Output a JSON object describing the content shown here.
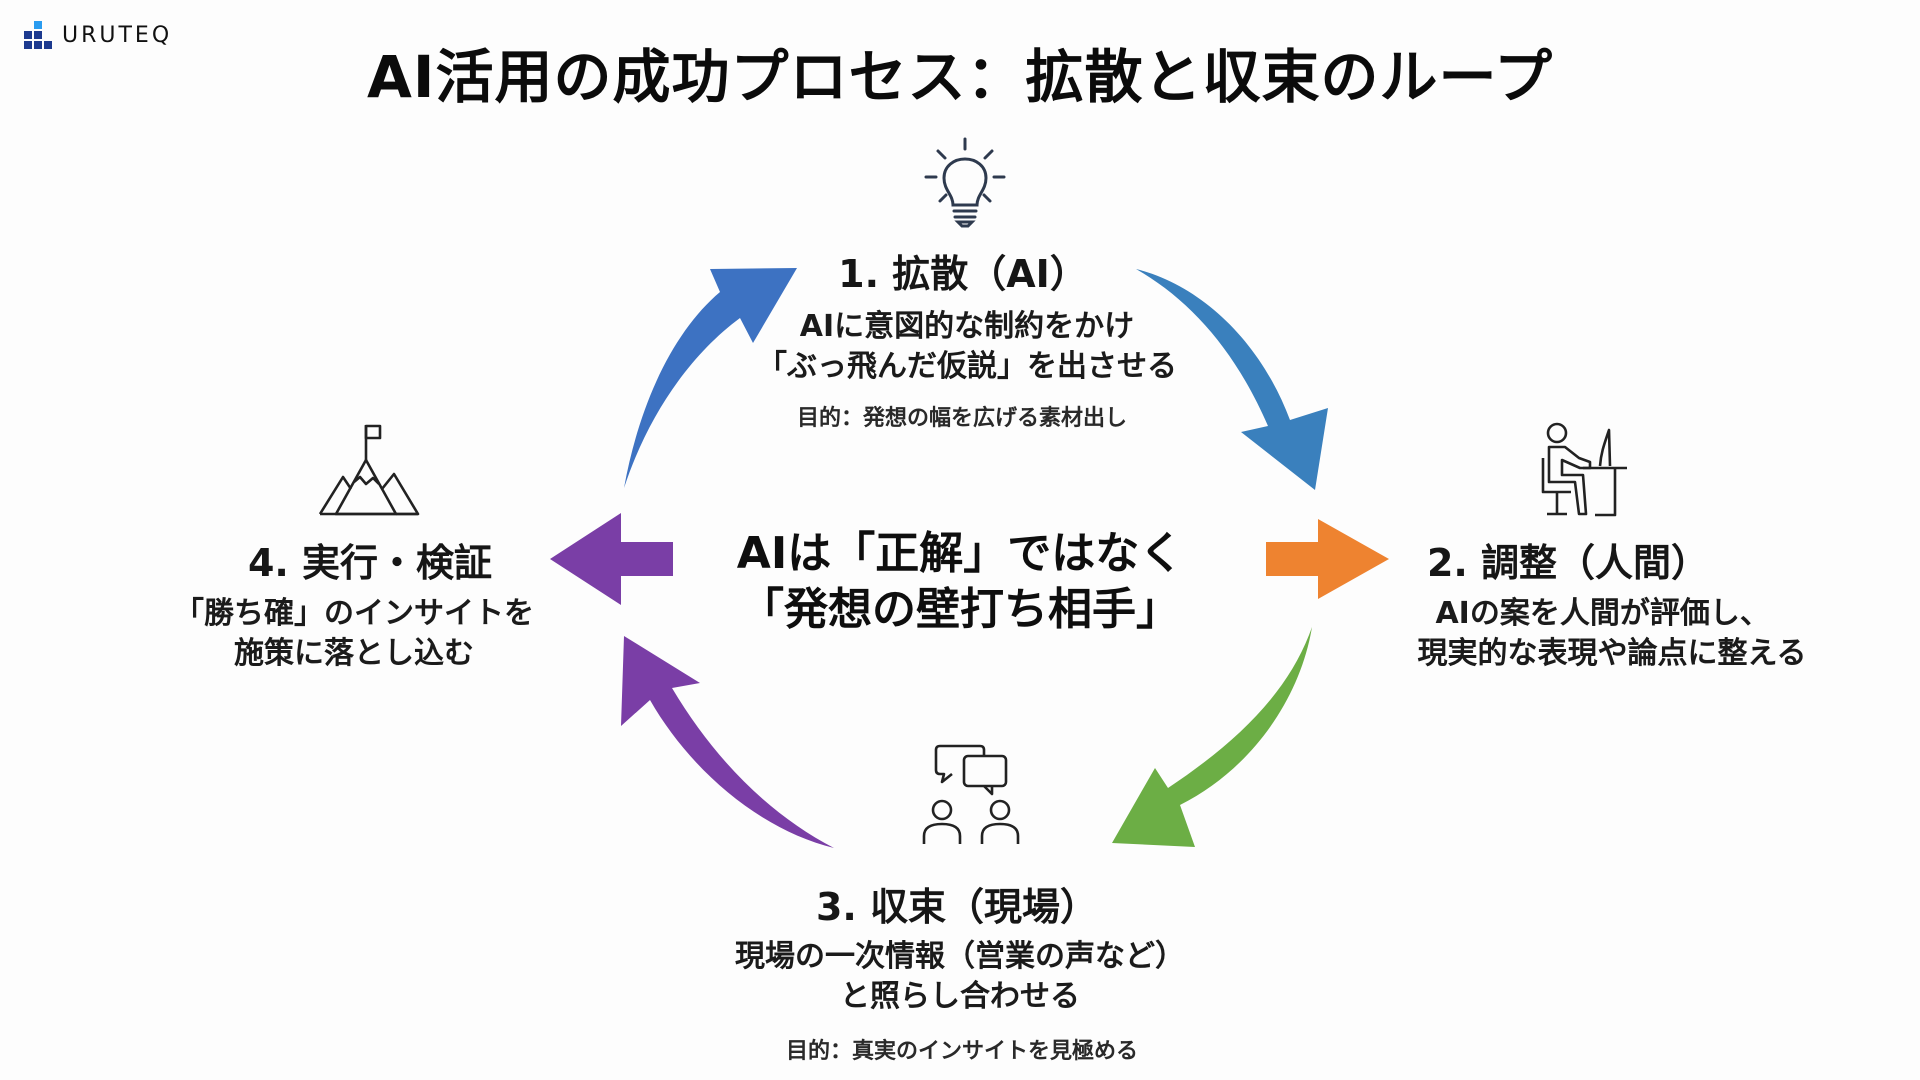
{
  "brand": {
    "name": "URUTEQ",
    "logo_icon": "bar-blocks-logo"
  },
  "title": "AI活用の成功プロセス：拡散と収束のループ",
  "center_message": {
    "line1": "AIは「正解」ではなく",
    "line2": "「発想の壁打ち相手」"
  },
  "stages": [
    {
      "icon": "lightbulb-icon",
      "title": "1. 拡散（AI）",
      "desc": [
        "AIに意図的な制約をかけ",
        "「ぶっ飛んだ仮説」を出させる"
      ],
      "purpose": "目的：発想の幅を広げる素材出し"
    },
    {
      "icon": "person-at-desk-icon",
      "title": "2. 調整（人間）",
      "desc": [
        "AIの案を人間が評価し、",
        "現実的な表現や論点に整える"
      ],
      "purpose": ""
    },
    {
      "icon": "conversation-icon",
      "title": "3. 収束（現場）",
      "desc": [
        "現場の一次情報（営業の声など）",
        "と照らし合わせる"
      ],
      "purpose": "目的：真実のインサイトを見極める"
    },
    {
      "icon": "mountain-flag-icon",
      "title": "4. 実行・検証",
      "desc": [
        "「勝ち確」のインサイトを",
        "施策に落とし込む"
      ],
      "purpose": ""
    }
  ],
  "colors": {
    "blue": "#3d72c2",
    "blue2": "#3a80bd",
    "orange": "#ee8330",
    "green": "#6cae45",
    "purple": "#7a3ea6",
    "logo_dark": "#1c3a8f",
    "logo_light": "#2a9cf0"
  }
}
